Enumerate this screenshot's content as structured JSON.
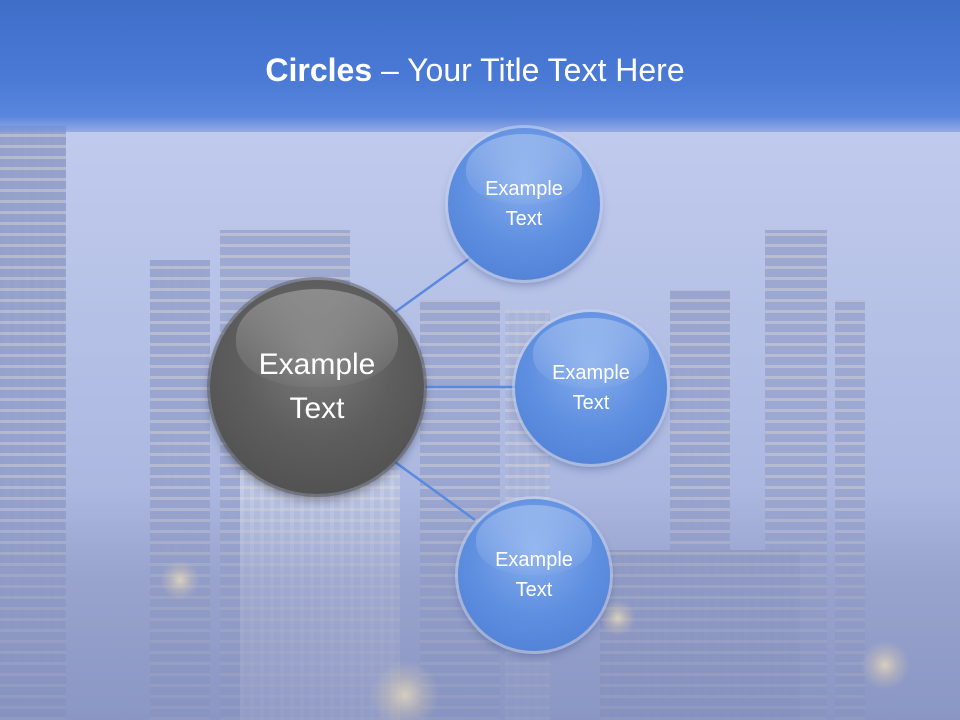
{
  "title": {
    "bold": "Circles",
    "rest": " – Your Title Text Here"
  },
  "diagram": {
    "center": {
      "label": "Example\nText"
    },
    "satellites": [
      {
        "label": "Example\nText"
      },
      {
        "label": "Example\nText"
      },
      {
        "label": "Example\nText"
      }
    ]
  },
  "colors": {
    "title_band": "#4a7ad6",
    "center_fill": "#5e5e5e",
    "satellite_fill": "#5f8fe0",
    "connector": "#5a8ae0"
  }
}
